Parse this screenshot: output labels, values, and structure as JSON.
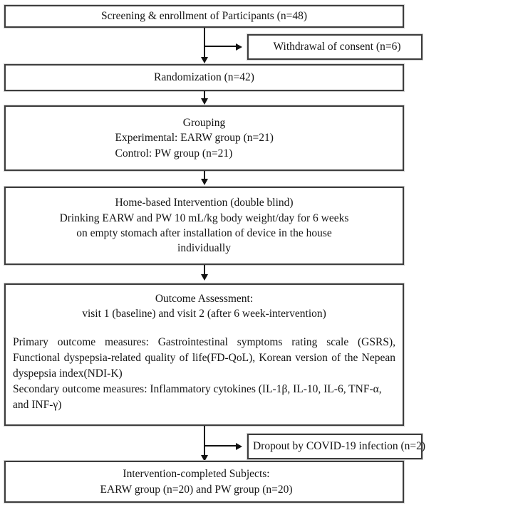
{
  "diagram": {
    "title": "CONSORT-style participant flow diagram",
    "stroke_color": "#3d3d3d",
    "connector_color": "#111111",
    "background_color": "#ffffff"
  },
  "nodes": {
    "screening": {
      "label": "Screening & enrollment of Participants (n=48)"
    },
    "withdrawal": {
      "label": "Withdrawal of consent (n=6)"
    },
    "randomization": {
      "label": "Randomization (n=42)"
    },
    "grouping": {
      "heading": "Grouping",
      "experimental": "Experimental: EARW group (n=21)",
      "control": "Control: PW group (n=21)"
    },
    "intervention": {
      "line1": "Home-based Intervention (double blind)",
      "line2": "Drinking EARW and PW 10 mL/kg body weight/day for 6 weeks",
      "line3": "on empty stomach after installation of device in the house",
      "line4": "individually"
    },
    "outcome": {
      "heading": "Outcome Assessment:",
      "visits": "visit 1 (baseline) and visit 2 (after 6 week-intervention)",
      "primary": "Primary outcome measures: Gastrointestinal symptoms rating scale (GSRS), Functional dyspepsia-related quality of life(FD-QoL), Korean version of the Nepean dyspepsia index(NDI-K)",
      "secondary": "Secondary outcome measures: Inflammatory cytokines (IL-1β, IL-10, IL-6, TNF-α, and INF-γ)"
    },
    "dropout": {
      "label": "Dropout by COVID-19 infection (n=2)"
    },
    "completed": {
      "line1": "Intervention-completed Subjects:",
      "line2": "EARW group (n=20) and PW group (n=20)"
    }
  },
  "connectors": [
    {
      "name": "screening-to-randomization",
      "type": "arrow-down"
    },
    {
      "name": "screening-to-withdrawal",
      "type": "arrow-right"
    },
    {
      "name": "randomization-to-grouping",
      "type": "arrow-down"
    },
    {
      "name": "grouping-to-intervention",
      "type": "arrow-down"
    },
    {
      "name": "intervention-to-outcome",
      "type": "arrow-down"
    },
    {
      "name": "outcome-to-completed",
      "type": "arrow-down"
    },
    {
      "name": "outcome-to-dropout",
      "type": "arrow-right"
    }
  ]
}
